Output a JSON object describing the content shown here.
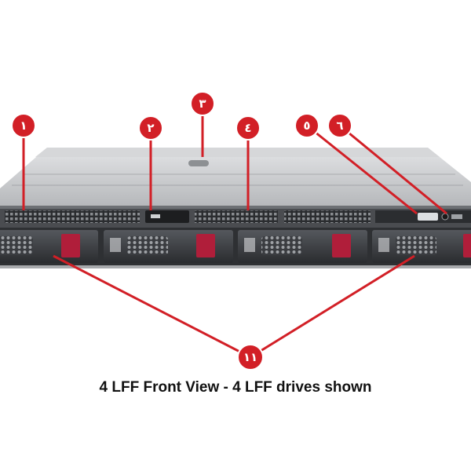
{
  "colors": {
    "callout": "#d21f26",
    "chassis_top": "#c9cbce",
    "chassis_front": "#3a3c40",
    "drive_latch": "#b01e3a"
  },
  "callouts": [
    {
      "id": "c1",
      "label": "١"
    },
    {
      "id": "c2",
      "label": "٢"
    },
    {
      "id": "c3",
      "label": "٣"
    },
    {
      "id": "c4",
      "label": "٤"
    },
    {
      "id": "c5",
      "label": "٥"
    },
    {
      "id": "c6",
      "label": "٦"
    },
    {
      "id": "c11",
      "label": "١١"
    }
  ],
  "caption": "4 LFF Front View - 4 LFF drives shown"
}
